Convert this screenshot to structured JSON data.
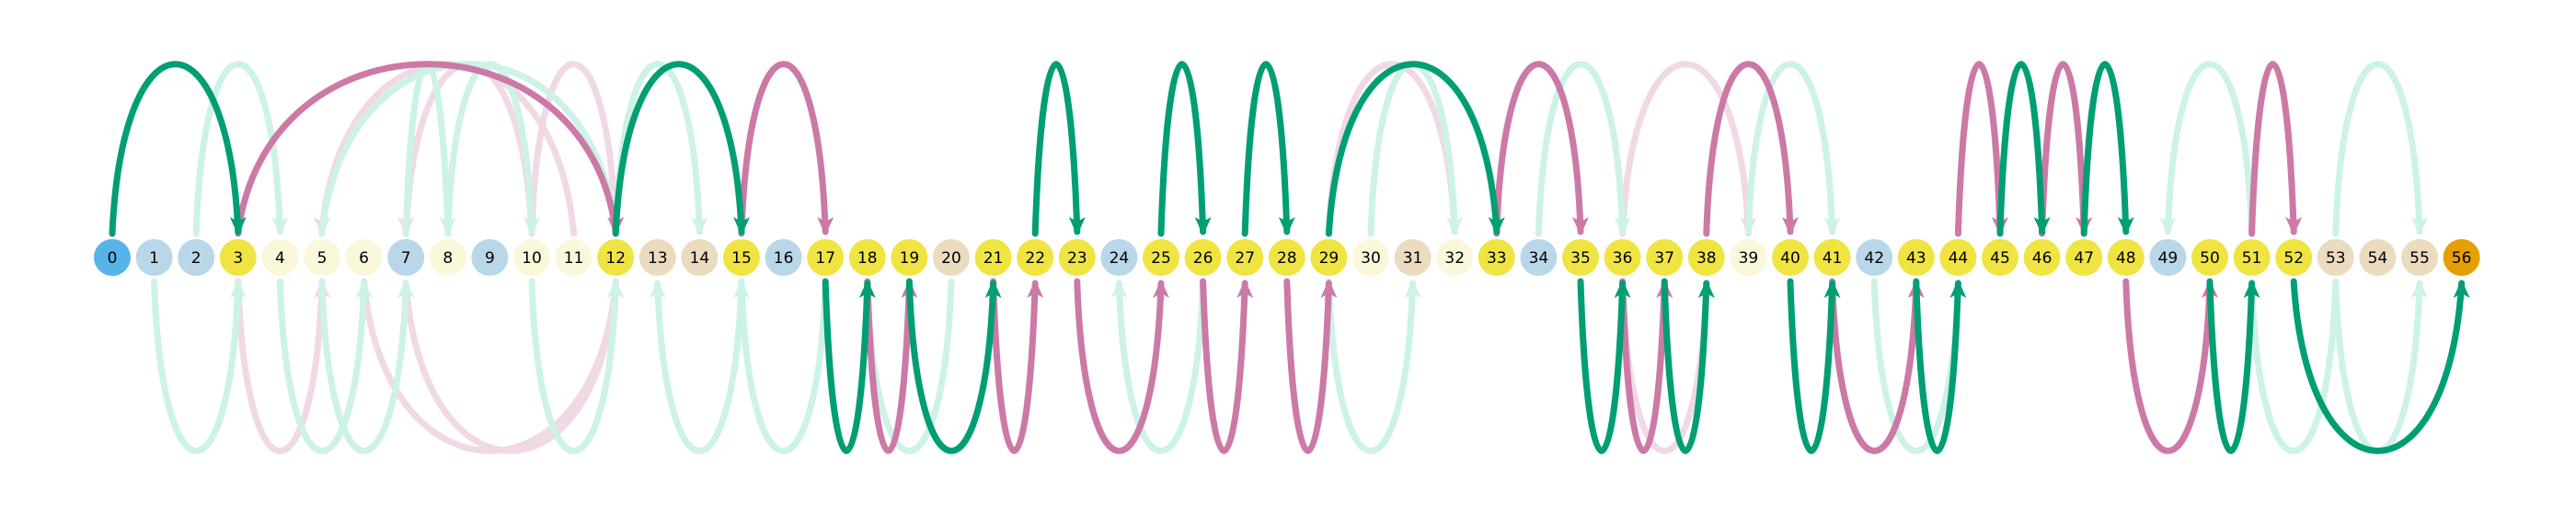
{
  "diagram": {
    "node_count": 57,
    "nodes": [
      {
        "id": 0,
        "label": "0",
        "color": "#56B4E9"
      },
      {
        "id": 1,
        "label": "1",
        "color": "#B9D7E9"
      },
      {
        "id": 2,
        "label": "2",
        "color": "#B9D7E9"
      },
      {
        "id": 3,
        "label": "3",
        "color": "#F0E442"
      },
      {
        "id": 4,
        "label": "4",
        "color": "#FAF7DA"
      },
      {
        "id": 5,
        "label": "5",
        "color": "#FAF7DA"
      },
      {
        "id": 6,
        "label": "6",
        "color": "#FAF7DA"
      },
      {
        "id": 7,
        "label": "7",
        "color": "#B9D7E9"
      },
      {
        "id": 8,
        "label": "8",
        "color": "#FAF7DA"
      },
      {
        "id": 9,
        "label": "9",
        "color": "#B9D7E9"
      },
      {
        "id": 10,
        "label": "10",
        "color": "#FAF7DA"
      },
      {
        "id": 11,
        "label": "11",
        "color": "#FAF7DA"
      },
      {
        "id": 12,
        "label": "12",
        "color": "#F0E442"
      },
      {
        "id": 13,
        "label": "13",
        "color": "#EBDCBF"
      },
      {
        "id": 14,
        "label": "14",
        "color": "#EBDCBF"
      },
      {
        "id": 15,
        "label": "15",
        "color": "#F0E442"
      },
      {
        "id": 16,
        "label": "16",
        "color": "#B9D7E9"
      },
      {
        "id": 17,
        "label": "17",
        "color": "#F0E442"
      },
      {
        "id": 18,
        "label": "18",
        "color": "#F0E442"
      },
      {
        "id": 19,
        "label": "19",
        "color": "#F0E442"
      },
      {
        "id": 20,
        "label": "20",
        "color": "#EBDCBF"
      },
      {
        "id": 21,
        "label": "21",
        "color": "#F0E442"
      },
      {
        "id": 22,
        "label": "22",
        "color": "#F0E442"
      },
      {
        "id": 23,
        "label": "23",
        "color": "#F0E442"
      },
      {
        "id": 24,
        "label": "24",
        "color": "#B9D7E9"
      },
      {
        "id": 25,
        "label": "25",
        "color": "#F0E442"
      },
      {
        "id": 26,
        "label": "26",
        "color": "#F0E442"
      },
      {
        "id": 27,
        "label": "27",
        "color": "#F0E442"
      },
      {
        "id": 28,
        "label": "28",
        "color": "#F0E442"
      },
      {
        "id": 29,
        "label": "29",
        "color": "#F0E442"
      },
      {
        "id": 30,
        "label": "30",
        "color": "#FAF7DA"
      },
      {
        "id": 31,
        "label": "31",
        "color": "#EBDCBF"
      },
      {
        "id": 32,
        "label": "32",
        "color": "#FAF7DA"
      },
      {
        "id": 33,
        "label": "33",
        "color": "#F0E442"
      },
      {
        "id": 34,
        "label": "34",
        "color": "#B9D7E9"
      },
      {
        "id": 35,
        "label": "35",
        "color": "#F0E442"
      },
      {
        "id": 36,
        "label": "36",
        "color": "#F0E442"
      },
      {
        "id": 37,
        "label": "37",
        "color": "#F0E442"
      },
      {
        "id": 38,
        "label": "38",
        "color": "#F0E442"
      },
      {
        "id": 39,
        "label": "39",
        "color": "#FAF7DA"
      },
      {
        "id": 40,
        "label": "40",
        "color": "#F0E442"
      },
      {
        "id": 41,
        "label": "41",
        "color": "#F0E442"
      },
      {
        "id": 42,
        "label": "42",
        "color": "#B9D7E9"
      },
      {
        "id": 43,
        "label": "43",
        "color": "#F0E442"
      },
      {
        "id": 44,
        "label": "44",
        "color": "#F0E442"
      },
      {
        "id": 45,
        "label": "45",
        "color": "#F0E442"
      },
      {
        "id": 46,
        "label": "46",
        "color": "#F0E442"
      },
      {
        "id": 47,
        "label": "47",
        "color": "#F0E442"
      },
      {
        "id": 48,
        "label": "48",
        "color": "#F0E442"
      },
      {
        "id": 49,
        "label": "49",
        "color": "#B9D7E9"
      },
      {
        "id": 50,
        "label": "50",
        "color": "#F0E442"
      },
      {
        "id": 51,
        "label": "51",
        "color": "#F0E442"
      },
      {
        "id": 52,
        "label": "52",
        "color": "#F0E442"
      },
      {
        "id": 53,
        "label": "53",
        "color": "#EBDCBF"
      },
      {
        "id": 54,
        "label": "54",
        "color": "#EBDCBF"
      },
      {
        "id": 55,
        "label": "55",
        "color": "#EBDCBF"
      },
      {
        "id": 56,
        "label": "56",
        "color": "#E69F00"
      }
    ],
    "edge_colors": {
      "green": "#009E73",
      "magenta": "#CC79A7",
      "green_faded": "#CDF2E6",
      "magenta_faded": "#F0D9E5"
    },
    "edges": [
      {
        "from": 3,
        "to": 5,
        "side": "below",
        "color": "magenta_faded"
      },
      {
        "from": 11,
        "to": 5,
        "side": "above",
        "color": "magenta_faded"
      },
      {
        "from": 10,
        "to": 7,
        "side": "above",
        "color": "magenta_faded"
      },
      {
        "from": 12,
        "to": 7,
        "side": "below",
        "color": "magenta_faded"
      },
      {
        "from": 12,
        "to": 10,
        "side": "above",
        "color": "magenta_faded"
      },
      {
        "from": 6,
        "to": 12,
        "side": "below",
        "color": "magenta_faded"
      },
      {
        "from": 29,
        "to": 32,
        "side": "above",
        "color": "magenta_faded"
      },
      {
        "from": 36,
        "to": 38,
        "side": "below",
        "color": "magenta_faded"
      },
      {
        "from": 36,
        "to": 39,
        "side": "above",
        "color": "magenta_faded"
      },
      {
        "from": 1,
        "to": 3,
        "side": "below",
        "color": "green_faded"
      },
      {
        "from": 2,
        "to": 4,
        "side": "above",
        "color": "green_faded"
      },
      {
        "from": 4,
        "to": 6,
        "side": "below",
        "color": "green_faded"
      },
      {
        "from": 5,
        "to": 7,
        "side": "below",
        "color": "green_faded"
      },
      {
        "from": 7,
        "to": 8,
        "side": "above",
        "color": "green_faded"
      },
      {
        "from": 8,
        "to": 10,
        "side": "above",
        "color": "green_faded"
      },
      {
        "from": 5,
        "to": 12,
        "side": "above",
        "color": "green_faded"
      },
      {
        "from": 12,
        "to": 14,
        "side": "above",
        "color": "green_faded"
      },
      {
        "from": 15,
        "to": 13,
        "side": "below",
        "color": "green_faded"
      },
      {
        "from": 10,
        "to": 12,
        "side": "below",
        "color": "green_faded"
      },
      {
        "from": 17,
        "to": 15,
        "side": "below",
        "color": "green_faded"
      },
      {
        "from": 20,
        "to": 18,
        "side": "below",
        "color": "green_faded"
      },
      {
        "from": 26,
        "to": 24,
        "side": "below",
        "color": "green_faded"
      },
      {
        "from": 29,
        "to": 31,
        "side": "below",
        "color": "green_faded"
      },
      {
        "from": 30,
        "to": 32,
        "side": "above",
        "color": "green_faded"
      },
      {
        "from": 34,
        "to": 36,
        "side": "above",
        "color": "green_faded"
      },
      {
        "from": 39,
        "to": 41,
        "side": "above",
        "color": "green_faded"
      },
      {
        "from": 42,
        "to": 44,
        "side": "below",
        "color": "green_faded"
      },
      {
        "from": 51,
        "to": 49,
        "side": "above",
        "color": "green_faded"
      },
      {
        "from": 53,
        "to": 51,
        "side": "below",
        "color": "green_faded"
      },
      {
        "from": 53,
        "to": 55,
        "side": "above",
        "color": "green_faded"
      },
      {
        "from": 53,
        "to": 55,
        "side": "below",
        "color": "green_faded"
      },
      {
        "from": 0,
        "to": 3,
        "side": "above",
        "color": "green"
      },
      {
        "from": 12,
        "to": 15,
        "side": "above",
        "color": "green"
      },
      {
        "from": 17,
        "to": 18,
        "side": "below",
        "color": "green"
      },
      {
        "from": 19,
        "to": 21,
        "side": "below",
        "color": "green"
      },
      {
        "from": 22,
        "to": 23,
        "side": "above",
        "color": "green"
      },
      {
        "from": 25,
        "to": 26,
        "side": "above",
        "color": "green"
      },
      {
        "from": 27,
        "to": 28,
        "side": "above",
        "color": "green"
      },
      {
        "from": 29,
        "to": 33,
        "side": "above",
        "color": "green"
      },
      {
        "from": 35,
        "to": 36,
        "side": "below",
        "color": "green"
      },
      {
        "from": 37,
        "to": 38,
        "side": "below",
        "color": "green"
      },
      {
        "from": 40,
        "to": 41,
        "side": "below",
        "color": "green"
      },
      {
        "from": 43,
        "to": 44,
        "side": "below",
        "color": "green"
      },
      {
        "from": 45,
        "to": 46,
        "side": "above",
        "color": "green"
      },
      {
        "from": 47,
        "to": 48,
        "side": "above",
        "color": "green"
      },
      {
        "from": 50,
        "to": 51,
        "side": "below",
        "color": "green"
      },
      {
        "from": 52,
        "to": 56,
        "side": "below",
        "color": "green"
      },
      {
        "from": 3,
        "to": 12,
        "side": "above",
        "color": "magenta"
      },
      {
        "from": 15,
        "to": 17,
        "side": "above",
        "color": "magenta"
      },
      {
        "from": 18,
        "to": 19,
        "side": "below",
        "color": "magenta"
      },
      {
        "from": 21,
        "to": 22,
        "side": "below",
        "color": "magenta"
      },
      {
        "from": 23,
        "to": 25,
        "side": "below",
        "color": "magenta"
      },
      {
        "from": 26,
        "to": 27,
        "side": "below",
        "color": "magenta"
      },
      {
        "from": 28,
        "to": 29,
        "side": "below",
        "color": "magenta"
      },
      {
        "from": 33,
        "to": 35,
        "side": "above",
        "color": "magenta"
      },
      {
        "from": 36,
        "to": 37,
        "side": "below",
        "color": "magenta"
      },
      {
        "from": 38,
        "to": 40,
        "side": "above",
        "color": "magenta"
      },
      {
        "from": 41,
        "to": 43,
        "side": "below",
        "color": "magenta"
      },
      {
        "from": 44,
        "to": 45,
        "side": "above",
        "color": "magenta"
      },
      {
        "from": 46,
        "to": 47,
        "side": "above",
        "color": "magenta"
      },
      {
        "from": 48,
        "to": 50,
        "side": "below",
        "color": "magenta"
      },
      {
        "from": 51,
        "to": 52,
        "side": "above",
        "color": "magenta"
      }
    ]
  }
}
